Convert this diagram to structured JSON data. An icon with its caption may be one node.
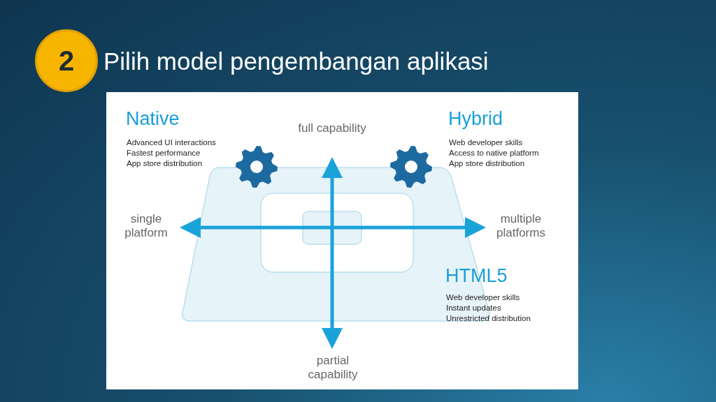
{
  "diagram": {
    "title": "Pilih model pengembangan aplikasi",
    "nodes": [
      {
        "text": [
          "2"
        ]
      }
    ],
    "labels": [
      "Native",
      "Advanced UI interactions",
      "Fastest performance",
      "App store distribution",
      "full capability",
      "Hybrid",
      "Web developer skills",
      "Access to native platform",
      "App store distribution",
      "single platform",
      "multiple platforms",
      "HTML5",
      "Web developer skills",
      "Instant updates",
      "Unrestricted distribution",
      "partial capability"
    ]
  }
}
